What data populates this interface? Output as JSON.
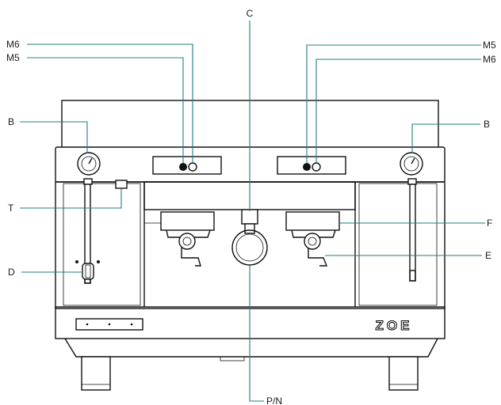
{
  "labels": {
    "m6_left": "M6",
    "m5_left": "M5",
    "c": "C",
    "m5_right": "M5",
    "m6_right": "M6",
    "b_left": "B",
    "b_right": "B",
    "t": "T",
    "f": "F",
    "e": "E",
    "d": "D",
    "pn": "P/N"
  },
  "machine": {
    "logo": "ZOE"
  },
  "colors": {
    "leader_lines": "#1f7f86",
    "outline": "#111111"
  }
}
